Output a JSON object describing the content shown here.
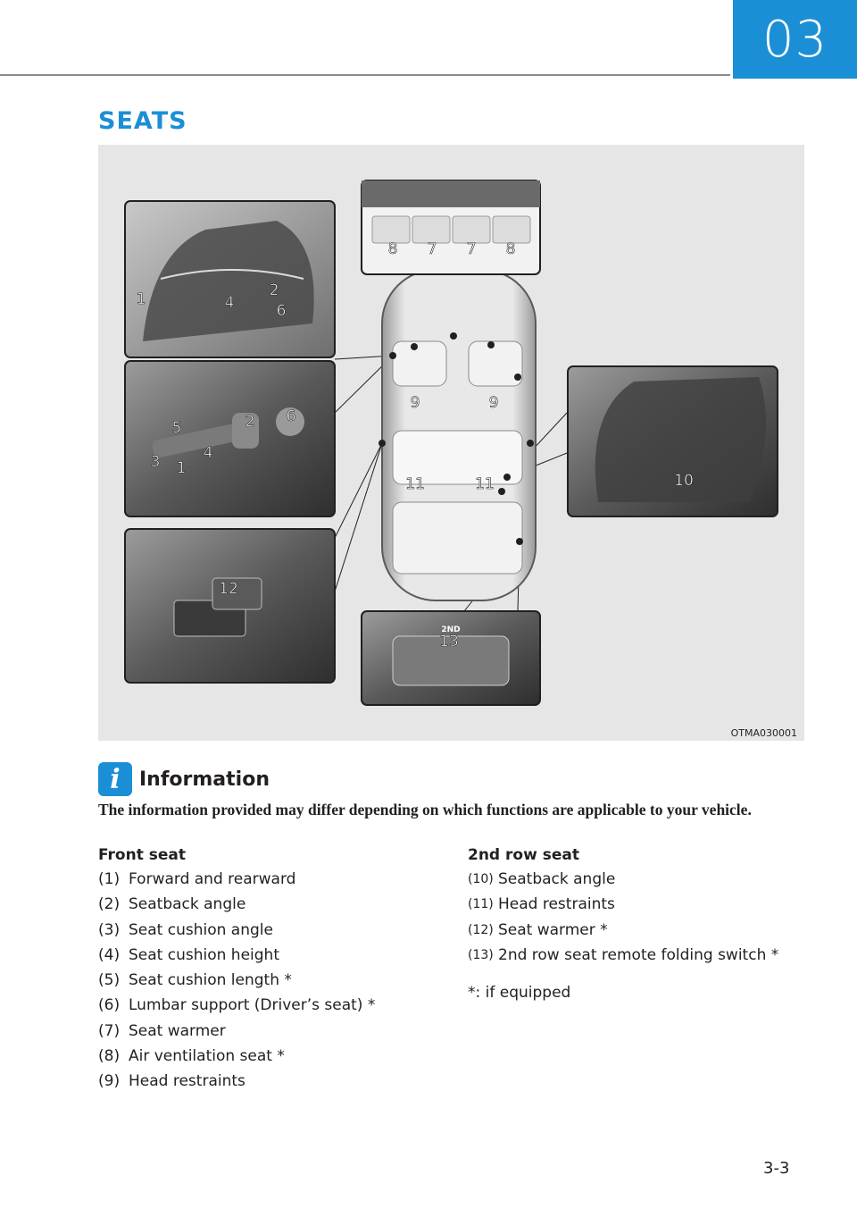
{
  "header": {
    "chapter": "03"
  },
  "section": {
    "title": "SEATS"
  },
  "figure": {
    "code": "OTMA030001",
    "callouts": [
      "1",
      "2",
      "4",
      "6",
      "5",
      "2",
      "6",
      "3",
      "1",
      "4",
      "12",
      "8",
      "7",
      "7",
      "8",
      "9",
      "9",
      "11",
      "11",
      "13",
      "10"
    ],
    "switch_label": "2ND"
  },
  "info": {
    "title": "Information",
    "text": "The information provided may differ depending on which functions are applicable to your vehicle."
  },
  "front_seat": {
    "heading": "Front seat",
    "items": [
      {
        "num": "(1)",
        "label": "Forward and rearward"
      },
      {
        "num": "(2)",
        "label": "Seatback angle"
      },
      {
        "num": "(3)",
        "label": "Seat cushion angle"
      },
      {
        "num": "(4)",
        "label": "Seat cushion height"
      },
      {
        "num": "(5)",
        "label": "Seat cushion length *"
      },
      {
        "num": "(6)",
        "label": "Lumbar support (Driver’s seat) *"
      },
      {
        "num": "(7)",
        "label": "Seat warmer"
      },
      {
        "num": "(8)",
        "label": "Air ventilation seat *"
      },
      {
        "num": "(9)",
        "label": "Head restraints"
      }
    ]
  },
  "second_row": {
    "heading": "2nd row seat",
    "items": [
      {
        "num": "(10)",
        "label": "Seatback angle"
      },
      {
        "num": "(11)",
        "label": "Head restraints"
      },
      {
        "num": "(12)",
        "label": "Seat warmer *"
      },
      {
        "num": "(13)",
        "label": "2nd row seat remote folding switch *"
      }
    ],
    "footnote": "*: if equipped"
  },
  "footer": {
    "page": "3-3"
  }
}
